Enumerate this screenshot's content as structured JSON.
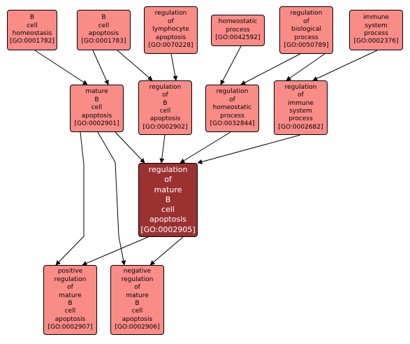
{
  "colors": {
    "node_fill": "#fa8c88",
    "focus_fill": "#9c3132",
    "border": "#000000",
    "edge": "#000000"
  },
  "nodes": [
    {
      "id": "GO:0001782",
      "lines": [
        "B",
        "cell",
        "homeostasis",
        "[GO:0001782]"
      ]
    },
    {
      "id": "GO:0001783",
      "lines": [
        "B",
        "cell",
        "apoptosis",
        "[GO:0001783]"
      ]
    },
    {
      "id": "GO:0070228",
      "lines": [
        "regulation",
        "of",
        "lymphocyte",
        "apoptosis",
        "[GO:0070228]"
      ]
    },
    {
      "id": "GO:0042592",
      "lines": [
        "homeostatic",
        "process",
        "[GO:0042592]"
      ]
    },
    {
      "id": "GO:0050789",
      "lines": [
        "regulation",
        "of",
        "biological",
        "process",
        "[GO:0050789]"
      ]
    },
    {
      "id": "GO:0002376",
      "lines": [
        "immune",
        "system",
        "process",
        "[GO:0002376]"
      ]
    },
    {
      "id": "GO:0002901",
      "lines": [
        "mature",
        "B",
        "cell",
        "apoptosis",
        "[GO:0002901]"
      ]
    },
    {
      "id": "GO:0002902",
      "lines": [
        "regulation",
        "of",
        "B",
        "cell",
        "apoptosis",
        "[GO:0002902]"
      ]
    },
    {
      "id": "GO:0032844",
      "lines": [
        "regulation",
        "of",
        "homeostatic",
        "process",
        "[GO:0032844]"
      ]
    },
    {
      "id": "GO:0002682",
      "lines": [
        "regulation",
        "of",
        "immune",
        "system",
        "process",
        "[GO:0002682]"
      ]
    },
    {
      "id": "GO:0002905",
      "lines": [
        "regulation",
        "of",
        "mature",
        "B",
        "cell",
        "apoptosis",
        "[GO:0002905]"
      ],
      "focus": true
    },
    {
      "id": "GO:0002907",
      "lines": [
        "positive",
        "regulation",
        "of",
        "mature",
        "B",
        "cell",
        "apoptosis",
        "[GO:0002907]"
      ]
    },
    {
      "id": "GO:0002906",
      "lines": [
        "negative",
        "regulation",
        "of",
        "mature",
        "B",
        "cell",
        "apoptosis",
        "[GO:0002906]"
      ]
    }
  ],
  "edges": [
    [
      "GO:0001782",
      "GO:0002901"
    ],
    [
      "GO:0001783",
      "GO:0002901"
    ],
    [
      "GO:0001783",
      "GO:0002902"
    ],
    [
      "GO:0070228",
      "GO:0002902"
    ],
    [
      "GO:0042592",
      "GO:0032844"
    ],
    [
      "GO:0050789",
      "GO:0032844"
    ],
    [
      "GO:0050789",
      "GO:0002682"
    ],
    [
      "GO:0002376",
      "GO:0002682"
    ],
    [
      "GO:0002901",
      "GO:0002905"
    ],
    [
      "GO:0002902",
      "GO:0002905"
    ],
    [
      "GO:0032844",
      "GO:0002905"
    ],
    [
      "GO:0002682",
      "GO:0002905"
    ],
    [
      "GO:0002901",
      "GO:0002907"
    ],
    [
      "GO:0002901",
      "GO:0002906"
    ],
    [
      "GO:0002905",
      "GO:0002907"
    ],
    [
      "GO:0002905",
      "GO:0002906"
    ]
  ]
}
